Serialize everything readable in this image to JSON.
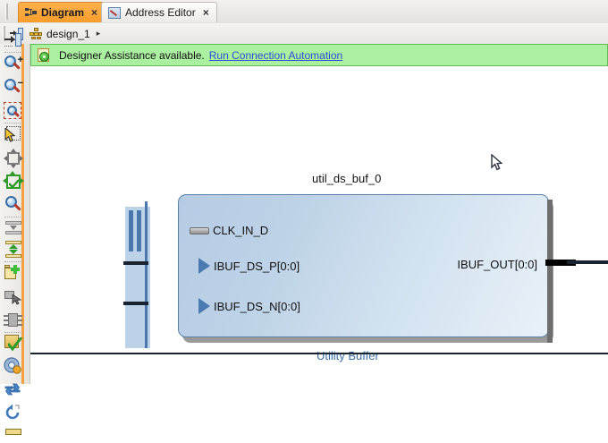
{
  "window": {
    "tabs": [
      {
        "label": "Diagram",
        "icon": "diagram-icon",
        "close": "×",
        "active": true
      },
      {
        "label": "Address Editor",
        "icon": "address-editor-icon",
        "close": "×",
        "active": false
      }
    ]
  },
  "breadcrumb": {
    "expand_icon": "expand-collapse-icon",
    "hierarchy_icon": "hierarchy-icon",
    "design_name": "design_1",
    "arrow": "▸"
  },
  "toolbar": {
    "items": [
      {
        "name": "expand-panel-icon",
        "tooltip": "Expand"
      },
      {
        "name": "zoom-in-icon",
        "tooltip": "Zoom In",
        "sign": "+"
      },
      {
        "name": "zoom-out-icon",
        "tooltip": "Zoom Out",
        "sign": "−"
      },
      {
        "name": "zoom-fit-icon",
        "tooltip": "Fit Selection"
      },
      {
        "name": "select-pointer-icon",
        "tooltip": "Select Area"
      },
      {
        "name": "fit-to-window-icon",
        "tooltip": "Fit to Window"
      },
      {
        "name": "auto-layout-icon",
        "tooltip": "Regenerate Layout"
      },
      {
        "name": "search-icon",
        "tooltip": "Search"
      },
      {
        "name": "collapse-all-icon",
        "tooltip": "Collapse All"
      },
      {
        "name": "expand-all-icon",
        "tooltip": "Expand All"
      },
      {
        "name": "add-ip-icon",
        "tooltip": "Add IP"
      },
      {
        "name": "add-module-icon",
        "tooltip": "Add Module"
      },
      {
        "name": "add-rtl-icon",
        "tooltip": "Add RTL Module"
      },
      {
        "name": "validate-design-icon",
        "tooltip": "Validate Design"
      },
      {
        "name": "settings-gear-icon",
        "tooltip": "Customize Block"
      },
      {
        "name": "refresh-layout-icon",
        "tooltip": "Refresh Layout"
      },
      {
        "name": "rotate-icon",
        "tooltip": "Rotate"
      },
      {
        "name": "ruler-icon",
        "tooltip": "Ruler"
      }
    ]
  },
  "banner": {
    "icon": "designer-assistance-icon",
    "message": "Designer Assistance available.",
    "link": "Run Connection Automation",
    "background": "#aaf0a0",
    "link_color": "#2a4fd6"
  },
  "diagram": {
    "block": {
      "instance_name": "util_ds_buf_0",
      "type_label": "Utility Buffer",
      "type_label_color": "#3b6ea5",
      "fill_start": "#b6cce4",
      "fill_end": "#e8f1f8",
      "border_color": "#5b7fa6",
      "input_ports": [
        {
          "label": "CLK_IN_D",
          "glyph": "clock-port-icon",
          "connected": false
        },
        {
          "label": "IBUF_DS_P[0:0]",
          "glyph": "bus-port-icon",
          "connected": true
        },
        {
          "label": "IBUF_DS_N[0:0]",
          "glyph": "bus-port-icon",
          "connected": true
        }
      ],
      "output_ports": [
        {
          "label": "IBUF_OUT[0:0]",
          "glyph": "output-port-icon",
          "connected": true
        }
      ]
    },
    "cursor": {
      "name": "mouse-pointer"
    }
  }
}
